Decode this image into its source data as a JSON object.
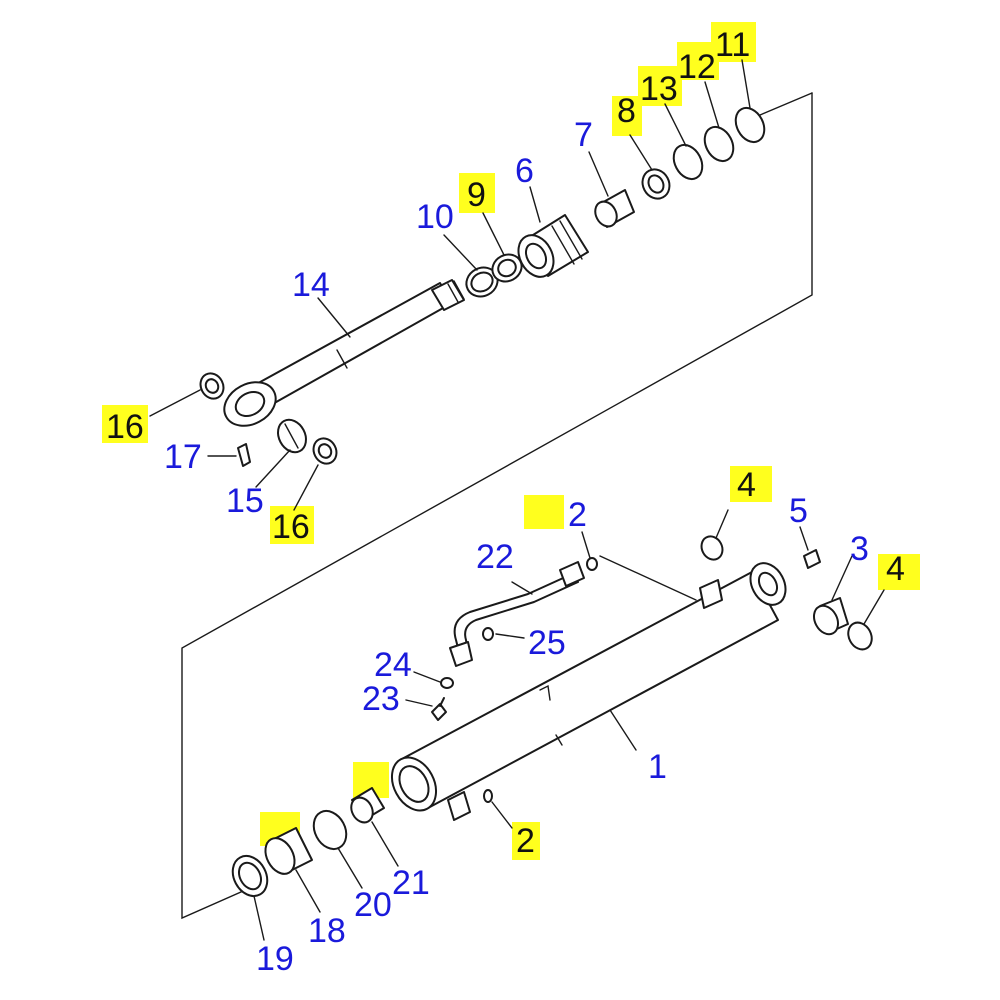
{
  "colors": {
    "label_blue": "#1a1adb",
    "label_black": "#111111",
    "highlight": "#ffff1e",
    "line": "#1a1a1a"
  },
  "labels": {
    "l1": "1",
    "l2a": "2",
    "l2b": "2",
    "l3": "3",
    "l4a": "4",
    "l4b": "4",
    "l5": "5",
    "l6": "6",
    "l7": "7",
    "l8": "8",
    "l9": "9",
    "l10": "10",
    "l11": "11",
    "l12": "12",
    "l13": "13",
    "l14": "14",
    "l15": "15",
    "l16a": "16",
    "l16b": "16",
    "l17": "17",
    "l18": "18",
    "l19": "19",
    "l20": "20",
    "l21": "21",
    "l22": "22",
    "l23": "23",
    "l24": "24",
    "l25": "25"
  }
}
